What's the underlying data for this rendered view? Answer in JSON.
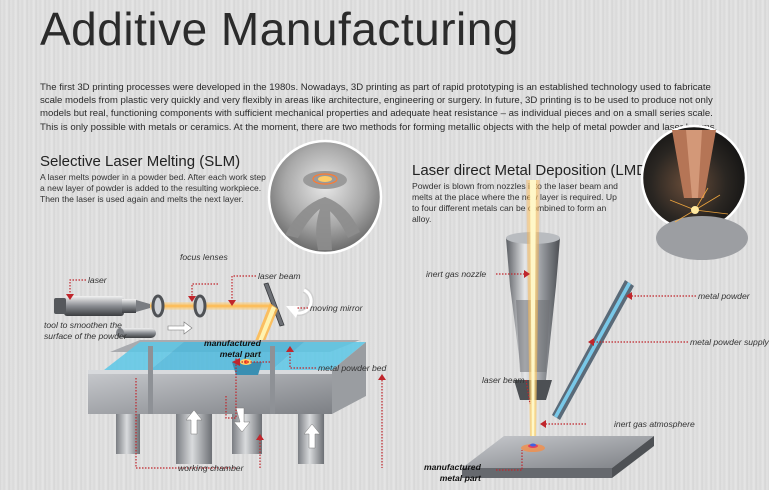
{
  "title": "Additive Manufacturing",
  "intro": "The first 3D printing processes were developed in the 1980s. Nowadays, 3D printing as part of rapid prototyping is an established technology used to fabricate scale models from plastic very quickly and very flexibly in areas like architecture, engineering or surgery. In future, 3D printing is to be used to produce not only models but real, functioning components with sufficient mechanical properties and adequate heat resistance – as individual pieces and on a small series scale. This is only possible with metals or ceramics. At the moment, there are two methods for forming metallic objects with the help of metal powder and laser beams.",
  "slm": {
    "title": "Selective Laser Melting (SLM)",
    "desc": "A laser melts powder in a powder bed. After each work step a new layer of powder is added to the resulting workpiece. Then the laser is used again and melts the next layer.",
    "labels": {
      "laser": "laser",
      "focus_lenses": "focus lenses",
      "laser_beam": "laser beam",
      "moving_mirror": "moving mirror",
      "tool": "tool to smoothen the\nsurface of the powder",
      "manufactured_part": "manufactured\nmetal part",
      "powder_bed": "metal powder bed",
      "working_chamber": "working chamber"
    }
  },
  "lmd": {
    "title": "Laser direct Metal Deposition (LMD)",
    "desc": "Powder is blown from nozzles into the laser beam and melts at the place where the new layer is required. Up to four different metals can be combined to form an alloy.",
    "labels": {
      "inert_gas_nozzle": "inert gas nozzle",
      "metal_powder": "metal powder",
      "metal_powder_supply": "metal powder supply",
      "laser_beam": "laser beam",
      "inert_gas_atmosphere": "inert gas atmosphere",
      "manufactured_part": "manufactured\nmetal part"
    }
  },
  "colors": {
    "beam": "#ffb84a",
    "powder_blue": "#5cc7e6",
    "label_line": "#c0262c",
    "metal": "#8a8d92"
  }
}
